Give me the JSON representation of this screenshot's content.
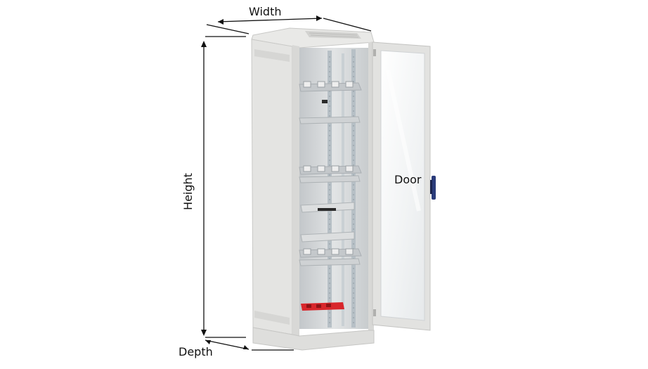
{
  "labels": {
    "width": "Width",
    "height": "Height",
    "depth": "Depth",
    "door": "Door"
  },
  "colors": {
    "cabinet_body": "#e6e6e4",
    "cabinet_shadow": "#cfcfcd",
    "interior": "#d9dbdc",
    "rail": "#b9c2c8",
    "door_glass": "#f4f6f7",
    "handle": "#2a3b7a",
    "power_strip": "#d8262b",
    "dimension_line": "#111111"
  }
}
